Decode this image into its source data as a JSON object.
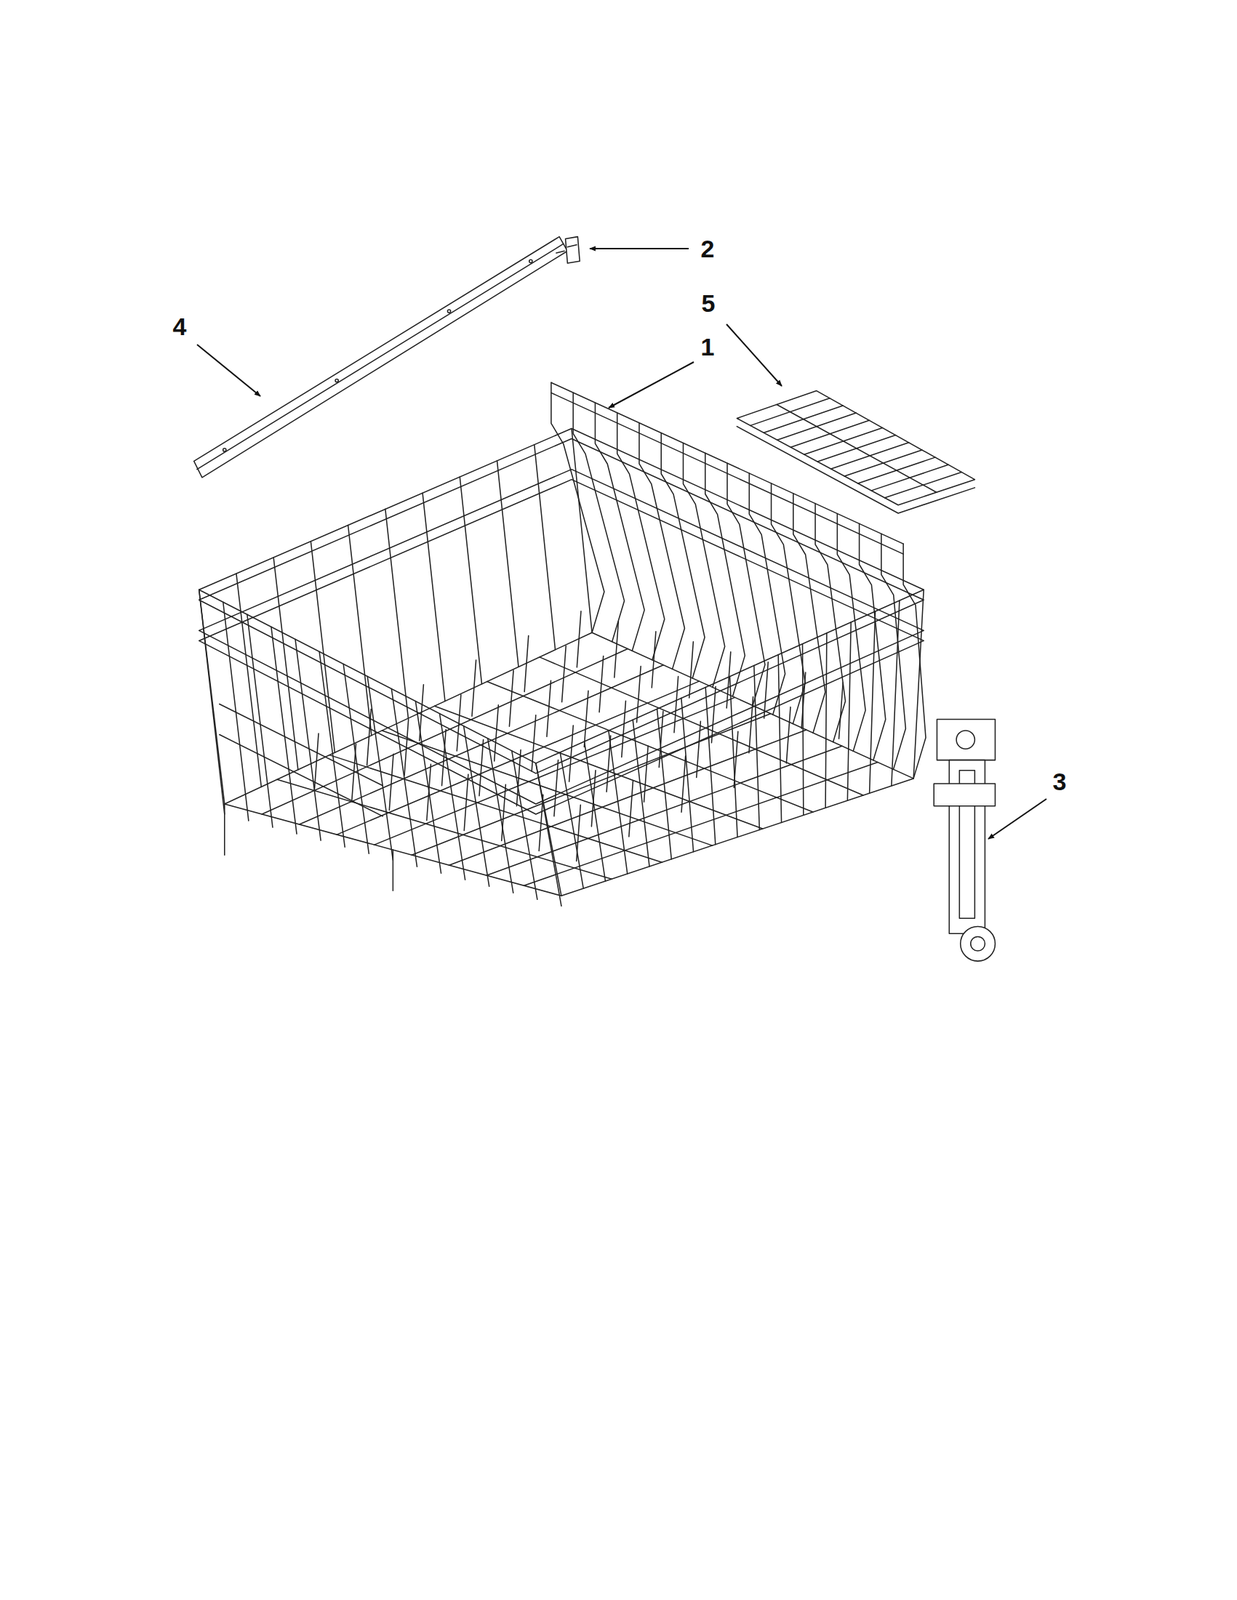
{
  "diagram": {
    "labels": [
      "2",
      "5",
      "4",
      "1",
      "3"
    ]
  }
}
